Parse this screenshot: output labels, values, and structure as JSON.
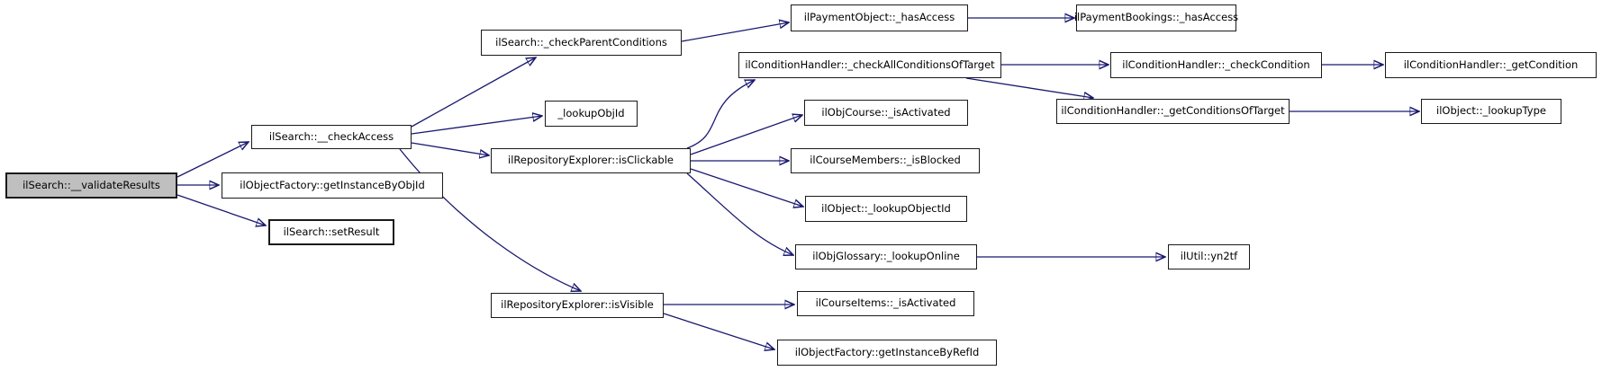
{
  "diagram": {
    "type": "call-graph",
    "background_color": "#ffffff",
    "edge_color": "#191970",
    "node_border_color": "#1a1a1a",
    "highlight_fill": "#bfbfbf",
    "nodes": [
      {
        "id": "validate-results",
        "label": "ilSearch::__validateResults",
        "highlighted": true,
        "bold_border": true
      },
      {
        "id": "get-instance-by-obj-id",
        "label": "ilObjectFactory::getInstanceByObjId",
        "highlighted": false,
        "bold_border": false
      },
      {
        "id": "set-result",
        "label": "ilSearch::setResult",
        "highlighted": false,
        "bold_border": true
      },
      {
        "id": "check-access",
        "label": "ilSearch::__checkAccess",
        "highlighted": false,
        "bold_border": false
      },
      {
        "id": "check-parent-conditions",
        "label": "ilSearch::_checkParentConditions",
        "highlighted": false,
        "bold_border": false
      },
      {
        "id": "payment-object-has-access",
        "label": "ilPaymentObject::_hasAccess",
        "highlighted": false,
        "bold_border": false
      },
      {
        "id": "payment-bookings-has-access",
        "label": "ilPaymentBookings::_hasAccess",
        "highlighted": false,
        "bold_border": false
      },
      {
        "id": "check-all-conditions-of-target",
        "label": "ilConditionHandler::_checkAllConditionsOfTarget",
        "highlighted": false,
        "bold_border": false
      },
      {
        "id": "check-condition",
        "label": "ilConditionHandler::_checkCondition",
        "highlighted": false,
        "bold_border": false
      },
      {
        "id": "get-condition",
        "label": "ilConditionHandler::_getCondition",
        "highlighted": false,
        "bold_border": false
      },
      {
        "id": "get-conditions-of-target",
        "label": "ilConditionHandler::_getConditionsOfTarget",
        "highlighted": false,
        "bold_border": false
      },
      {
        "id": "lookup-type",
        "label": "ilObject::_lookupType",
        "highlighted": false,
        "bold_border": false
      },
      {
        "id": "lookup-obj-id",
        "label": "_lookupObjId",
        "highlighted": false,
        "bold_border": false
      },
      {
        "id": "is-clickable",
        "label": "ilRepositoryExplorer::isClickable",
        "highlighted": false,
        "bold_border": false
      },
      {
        "id": "obj-course-is-activated",
        "label": "ilObjCourse::_isActivated",
        "highlighted": false,
        "bold_border": false
      },
      {
        "id": "course-members-is-blocked",
        "label": "ilCourseMembers::_isBlocked",
        "highlighted": false,
        "bold_border": false
      },
      {
        "id": "lookup-object-id",
        "label": "ilObject::_lookupObjectId",
        "highlighted": false,
        "bold_border": false
      },
      {
        "id": "lookup-online",
        "label": "ilObjGlossary::_lookupOnline",
        "highlighted": false,
        "bold_border": false
      },
      {
        "id": "yn2tf",
        "label": "ilUtil::yn2tf",
        "highlighted": false,
        "bold_border": false
      },
      {
        "id": "is-visible",
        "label": "ilRepositoryExplorer::isVisible",
        "highlighted": false,
        "bold_border": false
      },
      {
        "id": "course-items-is-activated",
        "label": "ilCourseItems::_isActivated",
        "highlighted": false,
        "bold_border": false
      },
      {
        "id": "get-instance-by-ref-id",
        "label": "ilObjectFactory::getInstanceByRefId",
        "highlighted": false,
        "bold_border": false
      }
    ],
    "edges": [
      {
        "from": "validate-results",
        "to": "check-access"
      },
      {
        "from": "validate-results",
        "to": "get-instance-by-obj-id"
      },
      {
        "from": "validate-results",
        "to": "set-result"
      },
      {
        "from": "check-access",
        "to": "check-parent-conditions"
      },
      {
        "from": "check-access",
        "to": "lookup-obj-id"
      },
      {
        "from": "check-access",
        "to": "is-clickable"
      },
      {
        "from": "check-access",
        "to": "is-visible"
      },
      {
        "from": "check-parent-conditions",
        "to": "payment-object-has-access"
      },
      {
        "from": "payment-object-has-access",
        "to": "payment-bookings-has-access"
      },
      {
        "from": "is-clickable",
        "to": "check-all-conditions-of-target"
      },
      {
        "from": "is-clickable",
        "to": "obj-course-is-activated"
      },
      {
        "from": "is-clickable",
        "to": "course-members-is-blocked"
      },
      {
        "from": "is-clickable",
        "to": "lookup-object-id"
      },
      {
        "from": "is-clickable",
        "to": "lookup-online"
      },
      {
        "from": "check-all-conditions-of-target",
        "to": "check-condition"
      },
      {
        "from": "check-all-conditions-of-target",
        "to": "get-conditions-of-target"
      },
      {
        "from": "check-condition",
        "to": "get-condition"
      },
      {
        "from": "get-conditions-of-target",
        "to": "lookup-type"
      },
      {
        "from": "lookup-online",
        "to": "yn2tf"
      },
      {
        "from": "is-visible",
        "to": "course-items-is-activated"
      },
      {
        "from": "is-visible",
        "to": "get-instance-by-ref-id"
      }
    ]
  }
}
